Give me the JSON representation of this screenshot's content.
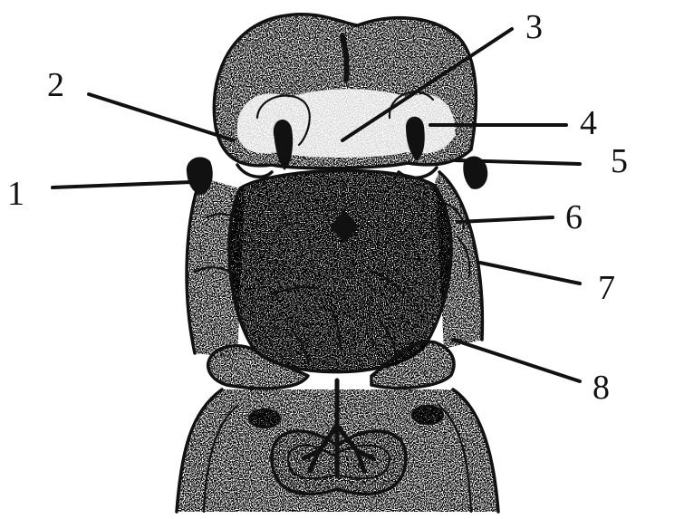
{
  "labels": [
    "1",
    "2",
    "3",
    "4",
    "5",
    "6",
    "7",
    "8"
  ],
  "colors": {
    "ink": "#111111",
    "paper": "#ffffff"
  }
}
